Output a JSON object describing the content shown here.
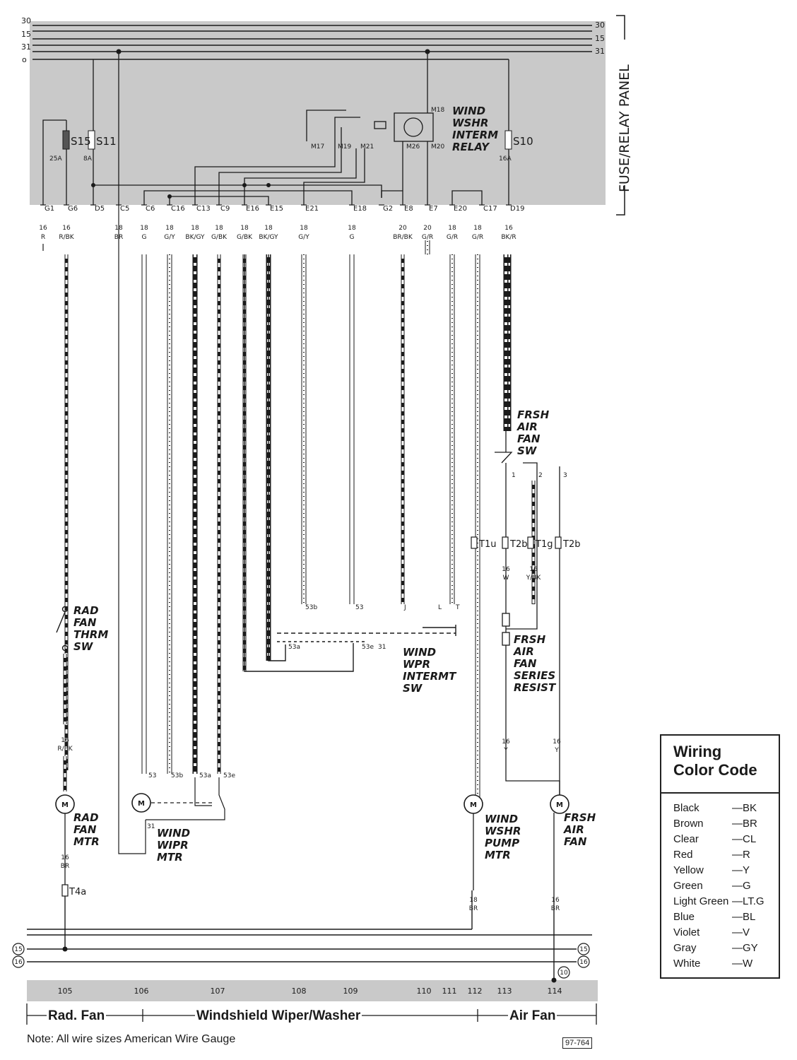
{
  "panel": {
    "title": "FUSE/RELAY PANEL",
    "bus_labels_left": [
      "30",
      "15",
      "31"
    ],
    "bus_labels_right": [
      "30",
      "15",
      "31"
    ],
    "bus_ground_mark": "o",
    "fuses": [
      {
        "id": "S15",
        "rating": "25A"
      },
      {
        "id": "S11",
        "rating": "8A"
      },
      {
        "id": "S10",
        "rating": "16A"
      }
    ],
    "relay": {
      "name": "WIND WSHR INTERM RELAY",
      "lines": [
        "WIND",
        "WSHR",
        "INTERM",
        "RELAY"
      ],
      "pins": [
        "M17",
        "M19",
        "M21",
        "M26",
        "M20",
        "M18"
      ]
    },
    "terminals": [
      "G1",
      "G6",
      "D5",
      "C5",
      "C6",
      "C16",
      "C13",
      "C9",
      "E16",
      "E15",
      "E21",
      "E18",
      "G2",
      "E8",
      "E7",
      "E20",
      "C17",
      "D19"
    ]
  },
  "wires": [
    {
      "gauge": "16",
      "color": "R"
    },
    {
      "gauge": "16",
      "color": "R/BK"
    },
    {
      "gauge": "18",
      "color": "BR"
    },
    {
      "gauge": "18",
      "color": "G"
    },
    {
      "gauge": "18",
      "color": "G/Y"
    },
    {
      "gauge": "18",
      "color": "BK/GY"
    },
    {
      "gauge": "18",
      "color": "G/BK"
    },
    {
      "gauge": "18",
      "color": "G/BK"
    },
    {
      "gauge": "18",
      "color": "BK/GY"
    },
    {
      "gauge": "18",
      "color": "G/Y"
    },
    {
      "gauge": "18",
      "color": "G"
    },
    {
      "gauge": "20",
      "color": "BR/BK"
    },
    {
      "gauge": "20",
      "color": "G/R"
    },
    {
      "gauge": "18",
      "color": "G/R"
    },
    {
      "gauge": "18",
      "color": "G/R"
    },
    {
      "gauge": "16",
      "color": "BK/R"
    }
  ],
  "components": {
    "rad_fan_thrm_sw": [
      "RAD",
      "FAN",
      "THRM",
      "SW"
    ],
    "rad_fan_mtr": [
      "RAD",
      "FAN",
      "MTR"
    ],
    "wind_wipr_mtr": [
      "WIND",
      "WIPR",
      "MTR"
    ],
    "wind_wpr_intermt_sw": [
      "WIND",
      "WPR",
      "INTERMT",
      "SW"
    ],
    "wind_wshr_pump_mtr": [
      "WIND",
      "WSHR",
      "PUMP",
      "MTR"
    ],
    "frsh_air_fan_sw": [
      "FRSH",
      "AIR",
      "FAN",
      "SW"
    ],
    "frsh_air_fan_series_resist": [
      "FRSH",
      "AIR",
      "FAN",
      "SERIES",
      "RESIST"
    ],
    "frsh_air_fan": [
      "FRSH",
      "AIR",
      "FAN"
    ]
  },
  "connector_labels": {
    "T1u": "T1u",
    "T2b_a": "T2b",
    "T1g": "T1g",
    "T2b_b": "T2b",
    "T4a": "T4a",
    "sw_pins": [
      "53b",
      "53",
      "J",
      "L",
      "T",
      "53a",
      "53e",
      "31"
    ],
    "motor_pins": [
      "53",
      "53b",
      "53a",
      "53e",
      "31"
    ],
    "fan_sw_pins": [
      "1",
      "2",
      "3"
    ]
  },
  "lower_wires": [
    {
      "gauge": "16",
      "color": "R/BK"
    },
    {
      "gauge": "16",
      "color": "BR"
    },
    {
      "gauge": "16",
      "color": "W"
    },
    {
      "gauge": "16",
      "color": "Y/BK"
    },
    {
      "gauge": "16",
      "color": "Y"
    },
    {
      "gauge": "16",
      "color": "Y"
    },
    {
      "gauge": "18",
      "color": "BR"
    },
    {
      "gauge": "16",
      "color": "BR"
    }
  ],
  "ground_circles": [
    "15",
    "16",
    "15",
    "16",
    "10"
  ],
  "track_numbers": [
    "105",
    "106",
    "107",
    "108",
    "109",
    "110",
    "111",
    "112",
    "113",
    "114"
  ],
  "sections": [
    "Rad. Fan",
    "Windshield Wiper/Washer",
    "Air Fan"
  ],
  "note": "Note: All wire sizes American Wire Gauge",
  "diagram_code": "97-764",
  "legend": {
    "title_line1": "Wiring",
    "title_line2": "Color Code",
    "rows": [
      {
        "name": "Black",
        "code": "—BK"
      },
      {
        "name": "Brown",
        "code": "—BR"
      },
      {
        "name": "Clear",
        "code": "—CL"
      },
      {
        "name": "Red",
        "code": "—R"
      },
      {
        "name": "Yellow",
        "code": "—Y"
      },
      {
        "name": "Green",
        "code": "—G"
      },
      {
        "name": "Light Green",
        "code": "—LT.G"
      },
      {
        "name": "Blue",
        "code": "—BL"
      },
      {
        "name": "Violet",
        "code": "—V"
      },
      {
        "name": "Gray",
        "code": "—GY"
      },
      {
        "name": "White",
        "code": "—W"
      }
    ]
  },
  "colors": {
    "panel_bg": "#c8c8c8",
    "ink": "#1a1a1a",
    "paper": "#ffffff"
  }
}
